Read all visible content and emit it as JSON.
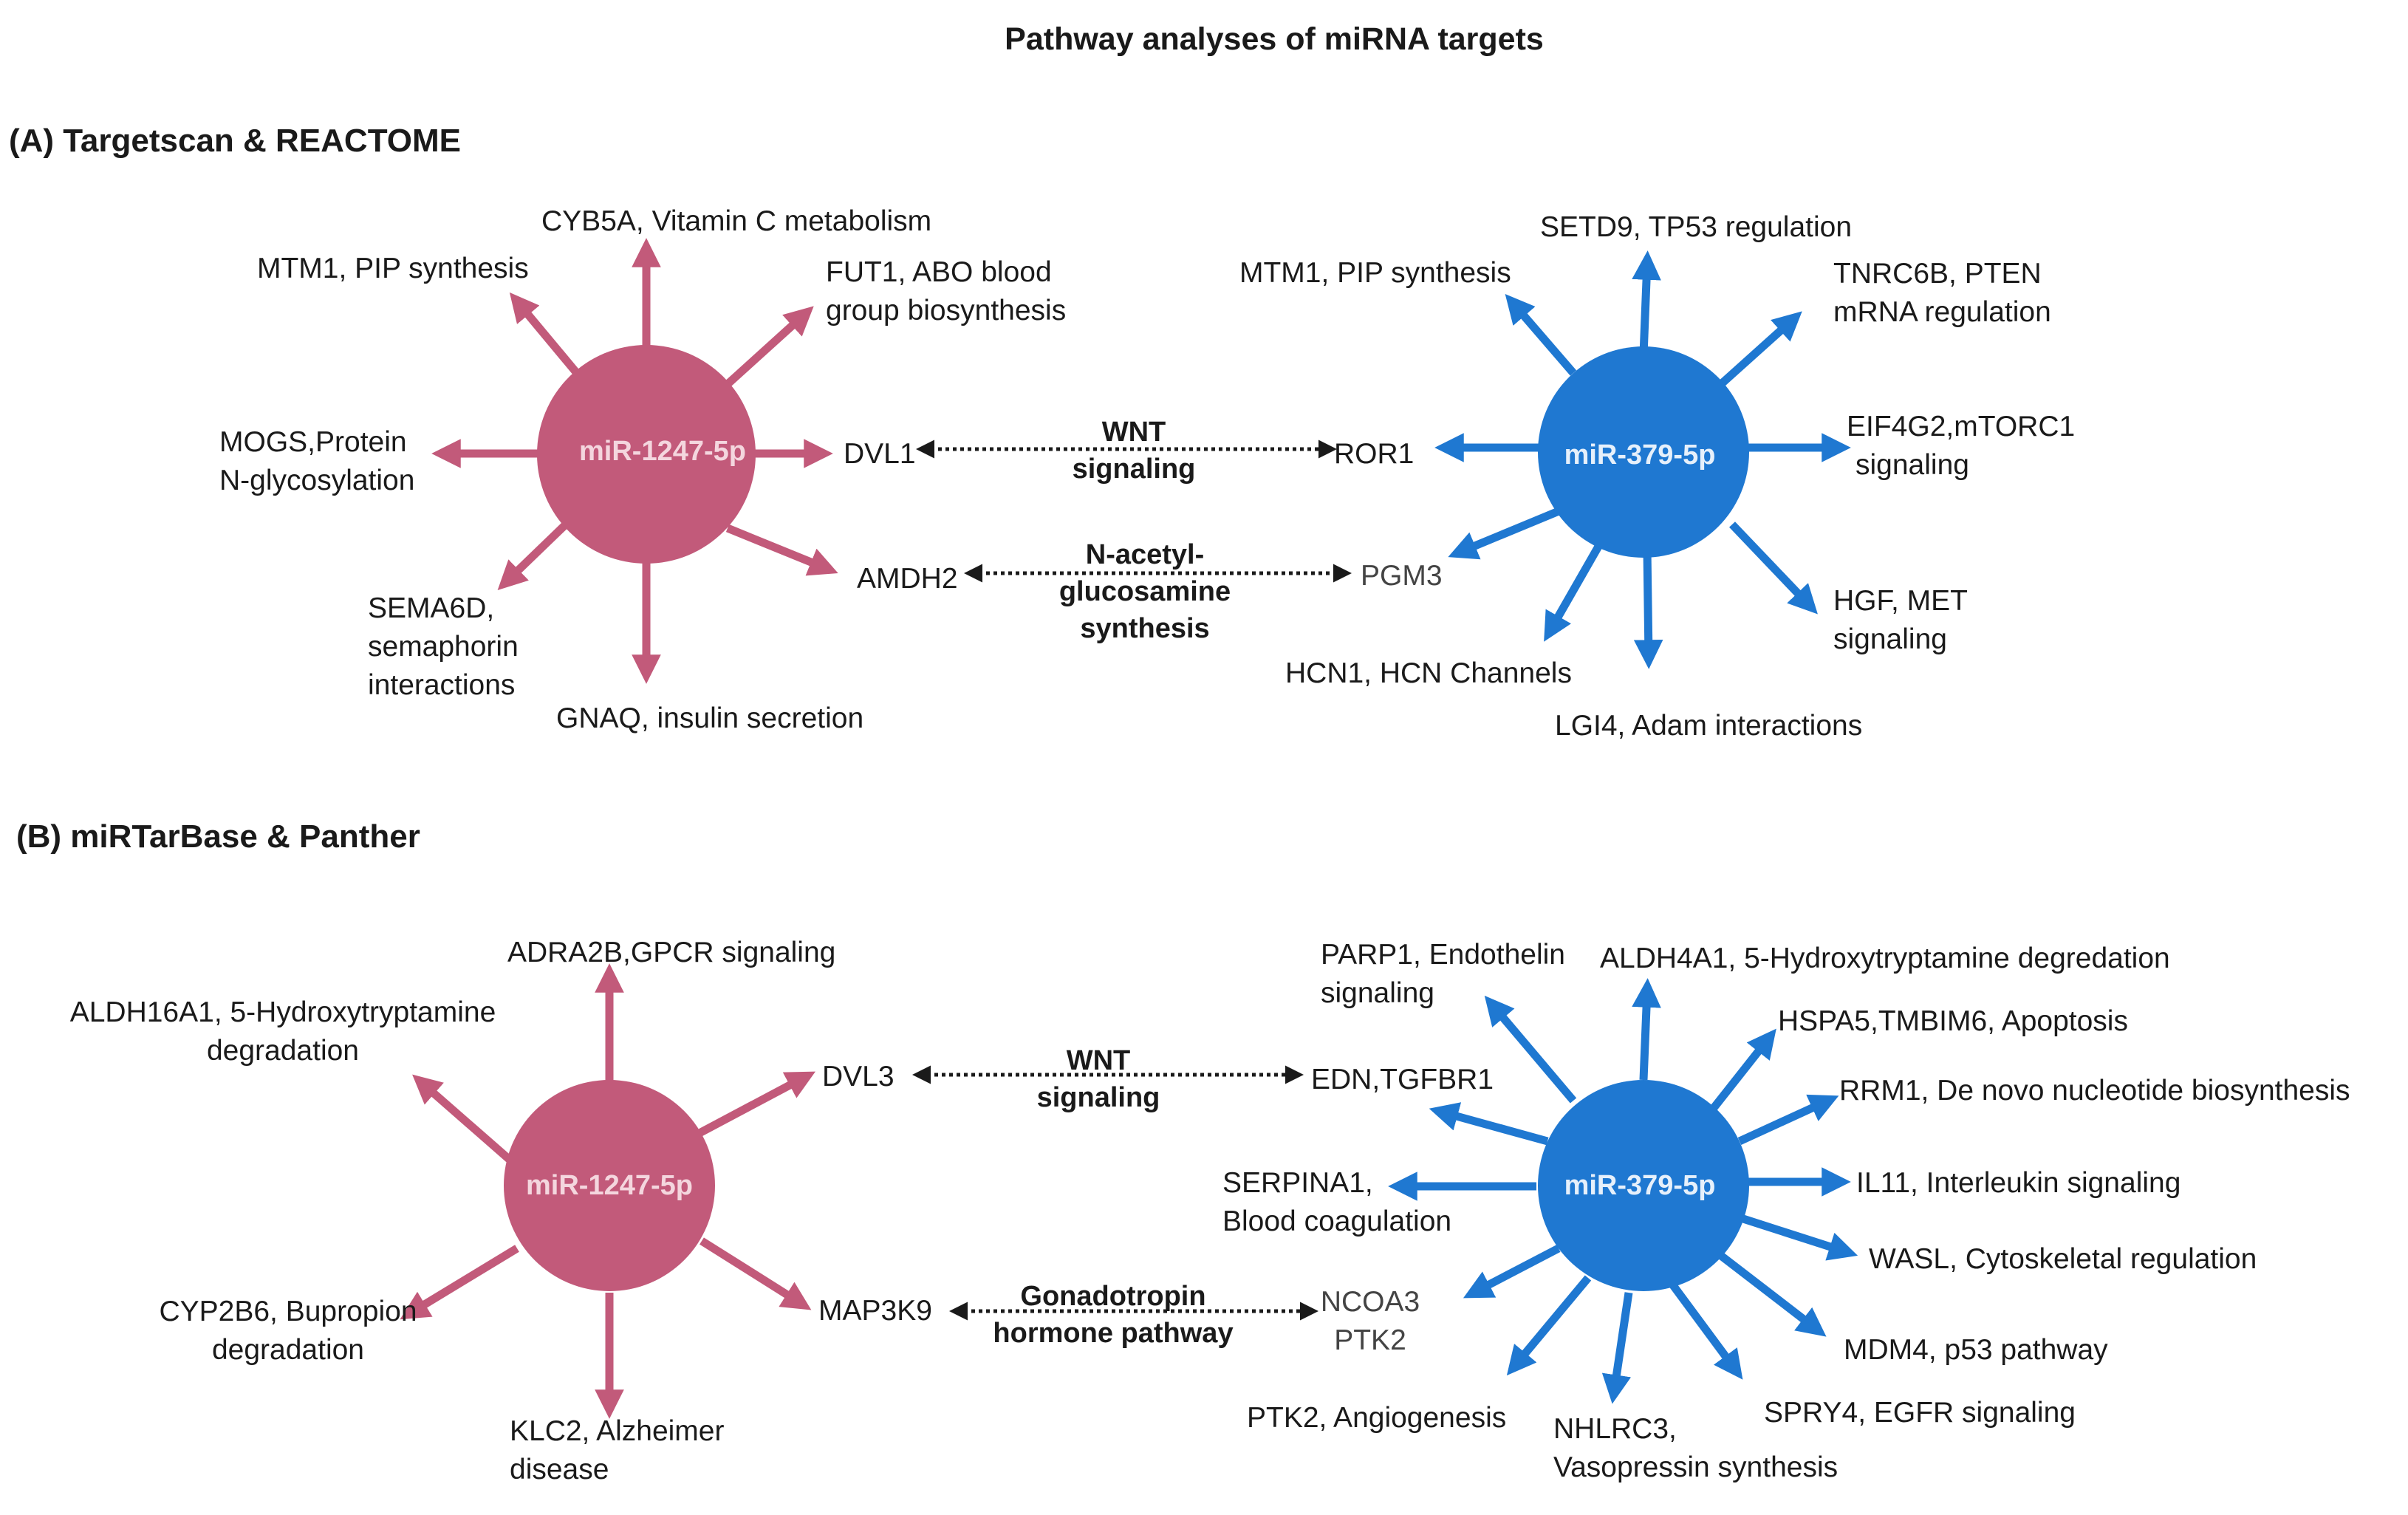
{
  "title": "Pathway analyses of miRNA targets",
  "colors": {
    "mir1247": "#c25a7a",
    "mir379": "#1f78d1",
    "text": "#1a1a1a",
    "connector": "#1a1a1a"
  },
  "panel_a": {
    "heading": "(A) Targetscan & REACTOME",
    "mir1247": {
      "label": "miR-1247-5p",
      "targets": [
        {
          "id": "a1_cyb5a",
          "lines": [
            "CYB5A, Vitamin C metabolism"
          ]
        },
        {
          "id": "a1_fut1",
          "lines": [
            "FUT1, ABO blood",
            "group biosynthesis"
          ]
        },
        {
          "id": "a1_mtm1",
          "lines": [
            "MTM1, PIP synthesis"
          ]
        },
        {
          "id": "a1_mogs",
          "lines": [
            "MOGS,Protein",
            "N-glycosylation"
          ]
        },
        {
          "id": "a1_dvl1",
          "lines": [
            "DVL1"
          ]
        },
        {
          "id": "a1_sema6d",
          "lines": [
            "SEMA6D,",
            "semaphorin",
            "interactions"
          ]
        },
        {
          "id": "a1_amdh2",
          "lines": [
            "AMDH2"
          ]
        },
        {
          "id": "a1_gnaq",
          "lines": [
            "GNAQ, insulin secretion"
          ]
        }
      ]
    },
    "mir379": {
      "label": "miR-379-5p",
      "targets": [
        {
          "id": "a2_setd9",
          "lines": [
            "SETD9, TP53 regulation"
          ]
        },
        {
          "id": "a2_mtm1",
          "lines": [
            "MTM1, PIP synthesis"
          ]
        },
        {
          "id": "a2_tnrc6b",
          "lines": [
            "TNRC6B, PTEN",
            "mRNA regulation"
          ]
        },
        {
          "id": "a2_ror1",
          "lines": [
            "ROR1"
          ]
        },
        {
          "id": "a2_eif4g2",
          "lines": [
            "EIF4G2,mTORC1",
            "signaling"
          ]
        },
        {
          "id": "a2_pgm3",
          "lines": [
            "PGM3"
          ]
        },
        {
          "id": "a2_hgf",
          "lines": [
            "HGF, MET",
            "signaling"
          ]
        },
        {
          "id": "a2_hcn1",
          "lines": [
            "HCN1, HCN Channels"
          ]
        },
        {
          "id": "a2_lgi4",
          "lines": [
            "LGI4, Adam interactions"
          ]
        }
      ]
    },
    "links": [
      {
        "id": "a_wnt",
        "lines": [
          "WNT",
          "signaling"
        ]
      },
      {
        "id": "a_nag",
        "lines": [
          "N-acetyl-",
          "glucosamine",
          "synthesis"
        ]
      }
    ]
  },
  "panel_b": {
    "heading": "(B) miRTarBase & Panther",
    "mir1247": {
      "label": "miR-1247-5p",
      "targets": [
        {
          "id": "b1_adra2b",
          "lines": [
            "ADRA2B,GPCR signaling"
          ]
        },
        {
          "id": "b1_aldh16a1",
          "lines": [
            "ALDH16A1, 5-Hydroxytryptamine",
            "degradation"
          ]
        },
        {
          "id": "b1_dvl3",
          "lines": [
            "DVL3"
          ]
        },
        {
          "id": "b1_cyp2b6",
          "lines": [
            "CYP2B6, Bupropion",
            "degradation"
          ]
        },
        {
          "id": "b1_map3k9",
          "lines": [
            "MAP3K9"
          ]
        },
        {
          "id": "b1_klc2",
          "lines": [
            "KLC2, Alzheimer",
            "disease"
          ]
        }
      ]
    },
    "mir379": {
      "label": "miR-379-5p",
      "targets": [
        {
          "id": "b2_parp1",
          "lines": [
            "PARP1, Endothelin",
            "signaling"
          ]
        },
        {
          "id": "b2_aldh4a1",
          "lines": [
            "ALDH4A1, 5-Hydroxytryptamine degredation"
          ]
        },
        {
          "id": "b2_hspa5",
          "lines": [
            "HSPA5,TMBIM6, Apoptosis"
          ]
        },
        {
          "id": "b2_edn",
          "lines": [
            "EDN,TGFBR1"
          ]
        },
        {
          "id": "b2_rrm1",
          "lines": [
            "RRM1, De novo nucleotide biosynthesis"
          ]
        },
        {
          "id": "b2_serpina1",
          "lines": [
            "SERPINA1,",
            "Blood coagulation"
          ]
        },
        {
          "id": "b2_il11",
          "lines": [
            "IL11, Interleukin signaling"
          ]
        },
        {
          "id": "b2_wasl",
          "lines": [
            "WASL, Cytoskeletal regulation"
          ]
        },
        {
          "id": "b2_ncoa3",
          "lines": [
            "NCOA3",
            "PTK2"
          ]
        },
        {
          "id": "b2_mdm4",
          "lines": [
            "MDM4, p53 pathway"
          ]
        },
        {
          "id": "b2_ptk2",
          "lines": [
            "PTK2, Angiogenesis"
          ]
        },
        {
          "id": "b2_nhlrc3",
          "lines": [
            "NHLRC3,",
            "Vasopressin synthesis"
          ]
        },
        {
          "id": "b2_spry4",
          "lines": [
            "SPRY4, EGFR signaling"
          ]
        }
      ]
    },
    "links": [
      {
        "id": "b_wnt",
        "lines": [
          "WNT",
          "signaling"
        ]
      },
      {
        "id": "b_gnrh",
        "lines": [
          "Gonadotropin",
          "hormone pathway"
        ]
      }
    ]
  }
}
